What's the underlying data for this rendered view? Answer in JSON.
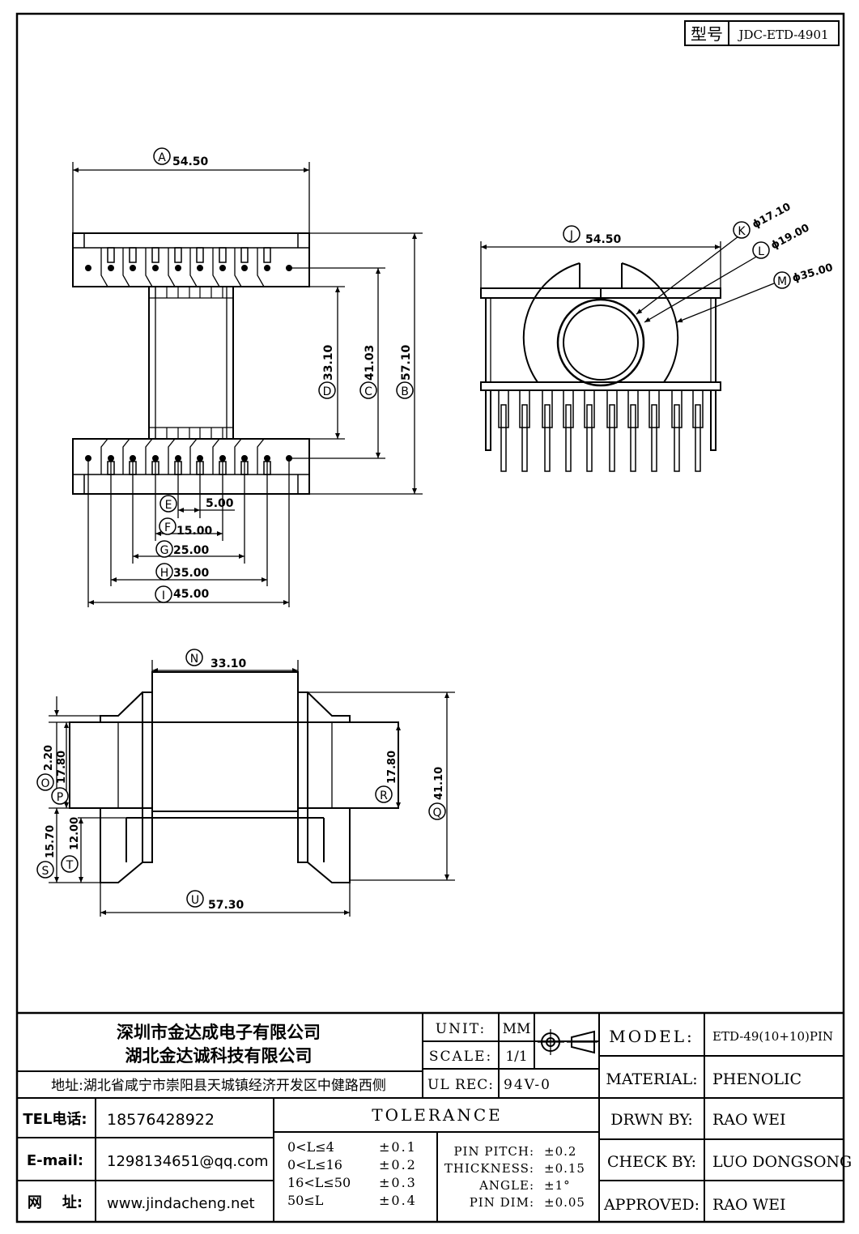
{
  "model_box": {
    "label": "型号",
    "value": "JDC-ETD-4901"
  },
  "top_view": {
    "A": {
      "letter": "A",
      "value": "54.50"
    },
    "B": {
      "letter": "B",
      "value": "57.10"
    },
    "C": {
      "letter": "C",
      "value": "41.03"
    },
    "D": {
      "letter": "D",
      "value": "33.10"
    },
    "E": {
      "letter": "E",
      "value": "5.00"
    },
    "F": {
      "letter": "F",
      "value": "15.00"
    },
    "G": {
      "letter": "G",
      "value": "25.00"
    },
    "H": {
      "letter": "H",
      "value": "35.00"
    },
    "I": {
      "letter": "I",
      "value": "45.00"
    }
  },
  "front_view": {
    "J": {
      "letter": "J",
      "value": "54.50"
    },
    "K": {
      "letter": "K",
      "value": "ϕ17.10"
    },
    "L": {
      "letter": "L",
      "value": "ϕ19.00"
    },
    "M": {
      "letter": "M",
      "value": "ϕ35.00"
    }
  },
  "side_view": {
    "N": {
      "letter": "N",
      "value": "33.10"
    },
    "O": {
      "letter": "O",
      "value": "2.20"
    },
    "P": {
      "letter": "P",
      "value": "17.80"
    },
    "Q": {
      "letter": "Q",
      "value": "41.10"
    },
    "R": {
      "letter": "R",
      "value": "17.80"
    },
    "S": {
      "letter": "S",
      "value": "15.70"
    },
    "T": {
      "letter": "T",
      "value": "12.00"
    },
    "U": {
      "letter": "U",
      "value": "57.30"
    }
  },
  "title_block": {
    "company_1": "深圳市金达成电子有限公司",
    "company_2": "湖北金达诚科技有限公司",
    "address": "地址:湖北省咸宁市崇阳县天城镇经济开发区中健路西侧",
    "tel_label": "TEL电话:",
    "tel_value": "18576428922",
    "email_label": "E-mail:",
    "email_value": "1298134651@qq.com",
    "web_label": "网    址:",
    "web_value": "www.jindacheng.net",
    "unit_label": "UNIT:",
    "unit_value": "MM",
    "scale_label": "SCALE:",
    "scale_value": "1/1",
    "ulrec_label": "UL REC:",
    "ulrec_value": "94V-0",
    "tolerance_title": "TOLERANCE",
    "tolerance_ranges": [
      {
        "range": "0<L≤4",
        "tol": "±0.1"
      },
      {
        "range": "0<L≤16",
        "tol": "±0.2"
      },
      {
        "range": "16<L≤50",
        "tol": "±0.3"
      },
      {
        "range": "50≤L",
        "tol": "±0.4"
      }
    ],
    "tolerance_specs": [
      {
        "label": "PIN PITCH:",
        "tol": "±0.2"
      },
      {
        "label": "THICKNESS:",
        "tol": "±0.15"
      },
      {
        "label": "ANGLE:",
        "tol": "±1°"
      },
      {
        "label": "PIN DIM:",
        "tol": "±0.05"
      }
    ],
    "model_label": "MODEL:",
    "model_value": "ETD-49(10+10)PIN",
    "material_label": "MATERIAL:",
    "material_value": "PHENOLIC",
    "drawn_label": "DRWN BY:",
    "drawn_value": "RAO WEI",
    "check_label": "CHECK BY:",
    "check_value": "LUO DONGSONG",
    "approved_label": "APPROVED:",
    "approved_value": "RAO WEI"
  }
}
